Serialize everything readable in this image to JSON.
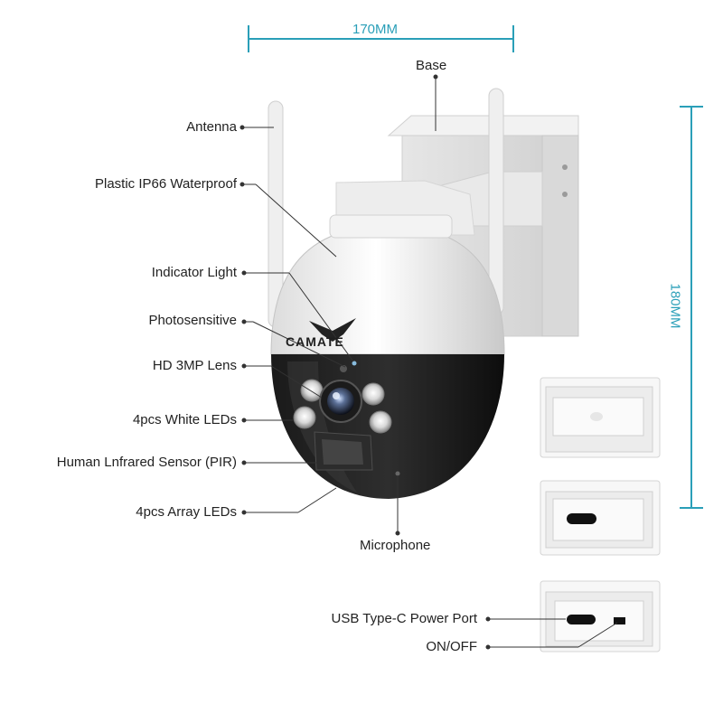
{
  "dimensions": {
    "width_label": "170MM",
    "height_label": "180MM",
    "color": "#2a9fb8"
  },
  "brand": {
    "logo_text": "CAMATE"
  },
  "callouts": {
    "base": "Base",
    "antenna": "Antenna",
    "waterproof": "Plastic IP66 Waterproof",
    "indicator": "Indicator Light",
    "photosensitive": "Photosensitive",
    "lens": "HD 3MP Lens",
    "white_leds": "4pcs White LEDs",
    "pir": "Human Lnfrared Sensor (PIR)",
    "array_leds": "4pcs Array LEDs",
    "microphone": "Microphone",
    "usb": "USB Type-C Power Port",
    "onoff": "ON/OFF"
  }
}
